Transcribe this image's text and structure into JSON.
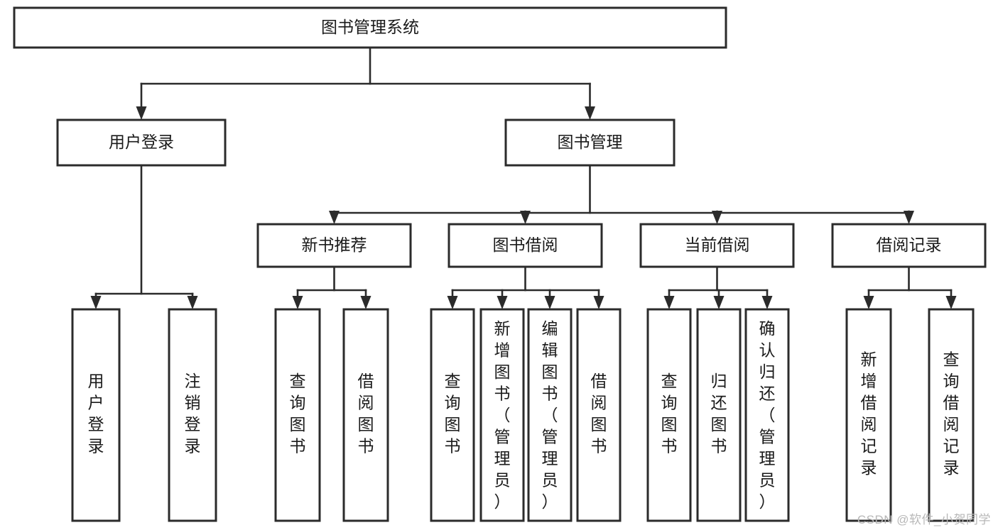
{
  "diagram": {
    "title": "图书管理系统",
    "type": "tree-hierarchy-chart",
    "root": {
      "id": "root",
      "label": "图书管理系统",
      "orientation": "horizontal"
    },
    "level2": [
      {
        "id": "user-login",
        "label": "用户登录",
        "orientation": "horizontal"
      },
      {
        "id": "book-management",
        "label": "图书管理",
        "orientation": "horizontal"
      }
    ],
    "level3": [
      {
        "id": "new-book-recommend",
        "label": "新书推荐",
        "orientation": "horizontal",
        "parent": "book-management"
      },
      {
        "id": "book-borrow",
        "label": "图书借阅",
        "orientation": "horizontal",
        "parent": "book-management"
      },
      {
        "id": "current-borrow",
        "label": "当前借阅",
        "orientation": "horizontal",
        "parent": "book-management"
      },
      {
        "id": "borrow-record",
        "label": "借阅记录",
        "orientation": "horizontal",
        "parent": "book-management"
      }
    ],
    "leaves": [
      {
        "id": "leaf-user-login",
        "label": "用户登录",
        "orientation": "vertical",
        "parent": "user-login"
      },
      {
        "id": "leaf-user-logout",
        "label": "注销登录",
        "orientation": "vertical",
        "parent": "user-login"
      },
      {
        "id": "leaf-query-book-1",
        "label": "查询图书",
        "orientation": "vertical",
        "parent": "new-book-recommend"
      },
      {
        "id": "leaf-borrow-book-1",
        "label": "借阅图书",
        "orientation": "vertical",
        "parent": "new-book-recommend"
      },
      {
        "id": "leaf-query-book-2",
        "label": "查询图书",
        "orientation": "vertical",
        "parent": "book-borrow"
      },
      {
        "id": "leaf-add-book",
        "label": "新增图书（管理员）",
        "orientation": "vertical",
        "parent": "book-borrow"
      },
      {
        "id": "leaf-edit-book",
        "label": "编辑图书（管理员）",
        "orientation": "vertical",
        "parent": "book-borrow"
      },
      {
        "id": "leaf-borrow-book-2",
        "label": "借阅图书",
        "orientation": "vertical",
        "parent": "book-borrow"
      },
      {
        "id": "leaf-query-book-3",
        "label": "查询图书",
        "orientation": "vertical",
        "parent": "current-borrow"
      },
      {
        "id": "leaf-return-book",
        "label": "归还图书",
        "orientation": "vertical",
        "parent": "current-borrow"
      },
      {
        "id": "leaf-confirm-return",
        "label": "确认归还（管理员）",
        "orientation": "vertical",
        "parent": "current-borrow"
      },
      {
        "id": "leaf-add-record",
        "label": "新增借阅记录",
        "orientation": "vertical",
        "parent": "borrow-record"
      },
      {
        "id": "leaf-query-record",
        "label": "查询借阅记录",
        "orientation": "vertical",
        "parent": "borrow-record"
      }
    ],
    "colors": {
      "stroke": "#2b2b2b",
      "fill": "#ffffff",
      "text": "#1a1a1a",
      "watermark": "#b8b8b8"
    }
  },
  "watermark": {
    "text": "CSDN @软件_小贺同学"
  }
}
